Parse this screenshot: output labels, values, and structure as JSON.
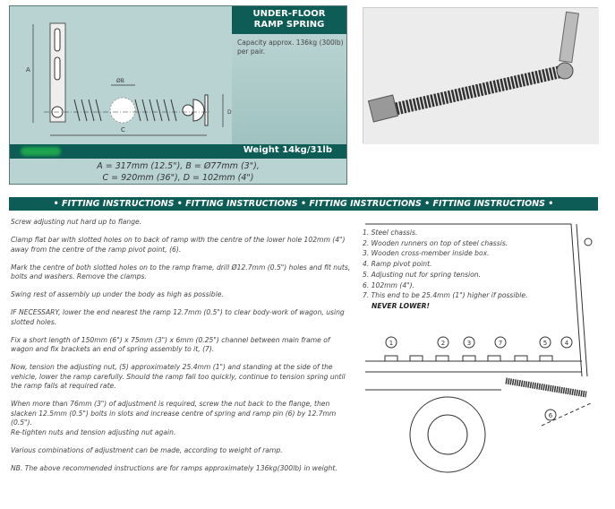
{
  "product": {
    "title_line1": "UNDER-FLOOR",
    "title_line2": "RAMP SPRING",
    "capacity": "Capacity approx. 136kg (300lb) per pair.",
    "weight": "Weight 14kg/31lb",
    "dims_line1": "A = 317mm (12.5\"), B = Ø77mm (3\"),",
    "dims_line2": "C = 920mm (36\"), D = 102mm (4\")",
    "labels": {
      "a": "A",
      "b": "ØB",
      "c": "C",
      "d": "D"
    }
  },
  "fitting_header": "• FITTING INSTRUCTIONS • FITTING INSTRUCTIONS • FITTING INSTRUCTIONS • FITTING INSTRUCTIONS •",
  "instructions": [
    "Screw adjusting nut hard up to flange.",
    "Clamp flat bar with slotted holes on to back of ramp with the centre of the lower hole 102mm (4\") away from the centre of the ramp pivot point, (6).",
    "Mark the centre of both slotted holes on to the ramp frame, drill Ø12.7mm (0.5\") holes and fit nuts, bolts and washers. Remove the clamps.",
    "Swing rest of assembly up under the body as high as possible.",
    "IF NECESSARY, lower the end nearest the ramp 12.7mm (0.5\") to clear body-work of wagon, using slotted holes.",
    "Fix a short length of 150mm (6\") x 75mm (3\") x 6mm (0.25\") channel between main frame of wagon and fix brackets an end of spring assembly to it, (7).",
    "Now, tension the adjusting nut, (5) approximately 25.4mm (1\") and standing at the side of the vehicle, lower the ramp carefully. Should the ramp fall too quickly, continue to tension spring until the ramp falls at required rate.",
    "When more than 76mm (3\") of adjustment is required, screw the nut back to the flange, then slacken 12.5mm (0.5\") bolts in slots and increase centre of spring and ramp pin (6) by 12.7mm (0.5\").",
    "Re-tighten nuts and tension adjusting nut again.",
    "Various combinations of adjustment can be made, according to weight of ramp.",
    "NB. The above recommended instructions are for ramps approximately 136kg(300lb) in weight."
  ],
  "legend": [
    "1. Steel chassis.",
    "2. Wooden runners on top of steel chassis.",
    "3. Wooden cross-member inside box.",
    "4. Ramp pivot point.",
    "5. Adjusting nut for spring tension.",
    "6. 102mm (4\").",
    "7. This end to be 25.4mm (1\") higher if possible."
  ],
  "legend_warning": "NEVER LOWER!",
  "callouts": [
    "1",
    "2",
    "3",
    "7",
    "5",
    "4",
    "6"
  ]
}
